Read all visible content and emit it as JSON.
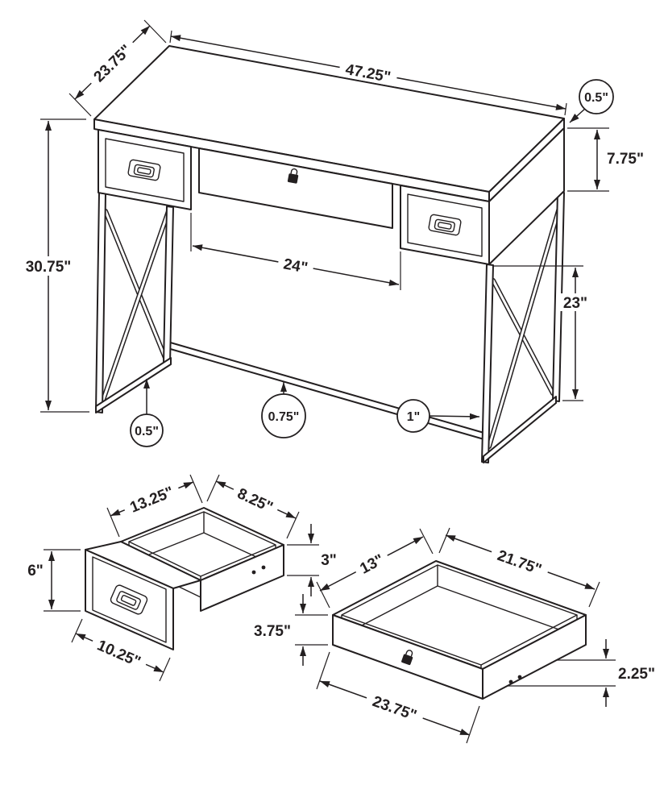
{
  "page": {
    "background": "#ffffff",
    "line_color": "#231f20"
  },
  "desk": {
    "dims": {
      "width": "47.25\"",
      "depth": "23.75\"",
      "top_thickness": "0.5\"",
      "drawer_height": "7.75\"",
      "overall_height": "30.75\"",
      "knee_width": "24\"",
      "clearance_height": "23\"",
      "stretcher_thickness": "0.75\"",
      "leg_thickness": "1\"",
      "frame_thickness": "0.5\""
    }
  },
  "small_drawer": {
    "dims": {
      "depth": "13.25\"",
      "width": "8.25\"",
      "box_height": "3\"",
      "front_height": "6\"",
      "front_width": "10.25\""
    }
  },
  "large_drawer": {
    "dims": {
      "depth": "13\"",
      "width": "21.75\"",
      "left_height": "3.75\"",
      "right_height": "2.25\"",
      "front_width": "23.75\""
    }
  }
}
